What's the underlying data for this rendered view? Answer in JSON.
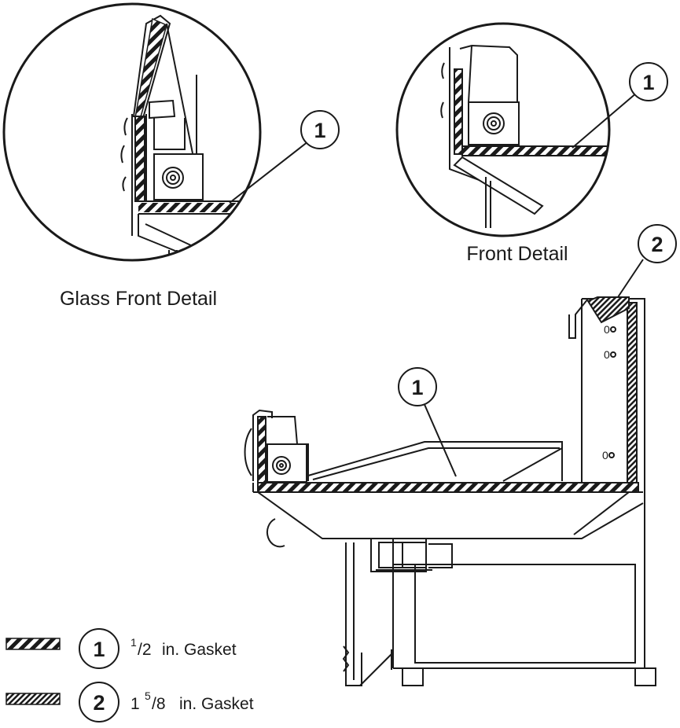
{
  "callouts": {
    "gasket_1": "1",
    "gasket_2": "2"
  },
  "captions": {
    "glass_front_detail": "Glass Front Detail",
    "front_detail": "Front Detail"
  },
  "legend": {
    "item_1": {
      "number": "1",
      "whole": "",
      "numerator": "1",
      "denominator": "/2",
      "label": "in. Gasket"
    },
    "item_2": {
      "number": "2",
      "whole": "1",
      "numerator": "5",
      "denominator": "/8",
      "label": "in. Gasket"
    }
  },
  "colors": {
    "line": "#1a1a1a",
    "background": "#ffffff"
  }
}
